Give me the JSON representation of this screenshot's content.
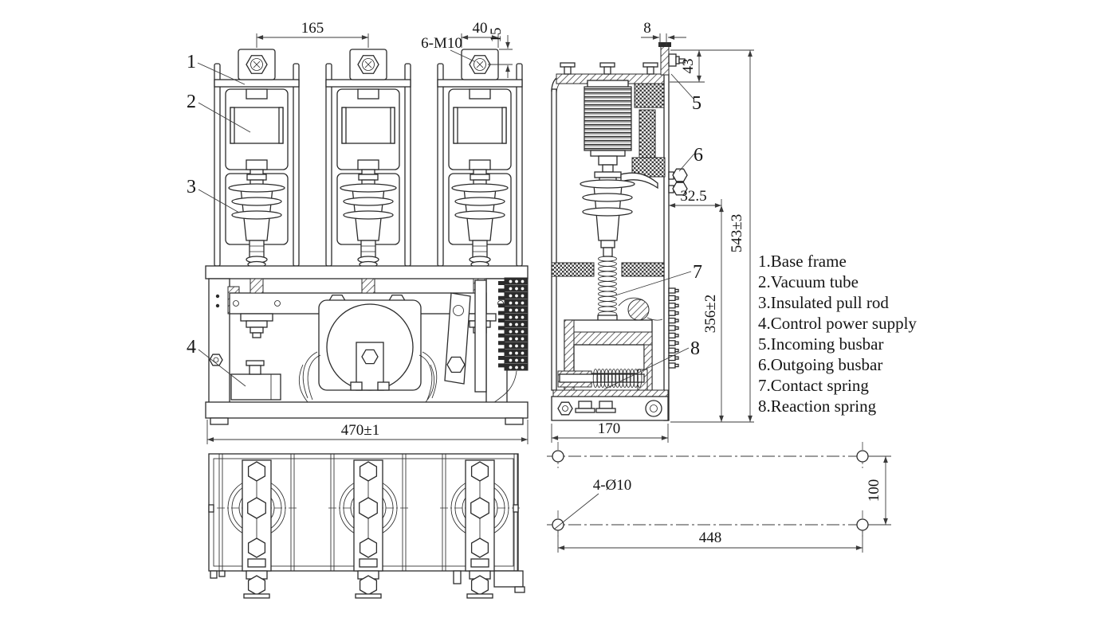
{
  "legend": {
    "items": [
      "1.Base frame",
      "2.Vacuum tube",
      "3.Insulated pull rod",
      "4.Control power supply",
      "5.Incoming busbar",
      "6.Outgoing busbar",
      "7.Contact spring",
      "8.Reaction spring"
    ]
  },
  "front_view": {
    "marker_1": "1",
    "marker_2": "2",
    "marker_3": "3",
    "marker_4": "4",
    "dim_pole_spacing": "165",
    "dim_pad_width": "40",
    "dim_pad_edge": "15",
    "bolt_spec": "6-M10",
    "dim_overall_width": "470±1"
  },
  "side_view": {
    "marker_5": "5",
    "marker_6": "6",
    "marker_7": "7",
    "marker_8": "8",
    "dim_busbar_thickness": "8",
    "dim_busbar_height": "43",
    "dim_outgoing_offset": "32.5",
    "dim_overall_height": "543±3",
    "dim_frame_height": "356±2",
    "dim_depth": "170"
  },
  "mounting_view": {
    "hole_spec": "4-Ø10",
    "dim_width": "448",
    "dim_height": "100"
  }
}
